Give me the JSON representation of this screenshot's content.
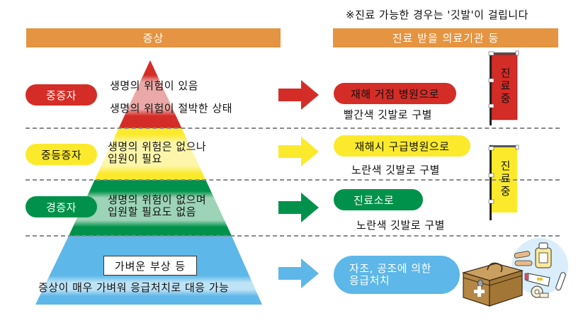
{
  "note": "※진료 가능한 경우는 '깃발'이 걸립니다",
  "headers": {
    "symptoms": "증상",
    "facility": "진료 받을 의료기관 등"
  },
  "levels": [
    {
      "id": "severe",
      "label": "중증자",
      "color": "#d42d27",
      "symptoms": [
        "생명의 위험이 있음",
        "생명의 위험이 절박한 상태"
      ],
      "destination": "재해 거점 병원으로",
      "flag_note": "빨간색 깃발로 구별"
    },
    {
      "id": "moderate",
      "label": "중등증자",
      "color": "#fbea2c",
      "symptoms": [
        "생명의 위험은 없으나",
        "입원이 필요"
      ],
      "destination": "재해시 구급병원으로",
      "flag_note": "노란색 깃발로 구별"
    },
    {
      "id": "mild",
      "label": "경증자",
      "color": "#00924a",
      "symptoms": [
        "생명의 위험이 없으며",
        "입원할 필요도 없음"
      ],
      "destination": "진료소로",
      "flag_note": "노란색 깃발로 구별"
    },
    {
      "id": "minor",
      "label": "가벼운 부상 등",
      "color": "#5db7e8",
      "symptoms": [
        "증상이 매우 가벼워 응급처치로 대응 가능"
      ],
      "destination_lines": [
        "자조, 공조에 의한",
        "응급처치"
      ]
    }
  ],
  "flags": [
    {
      "color": "#d42d27",
      "text": "진료중"
    },
    {
      "color": "#fbea2c",
      "text": "진료중"
    }
  ],
  "illustration": "first-aid-kit-icon"
}
